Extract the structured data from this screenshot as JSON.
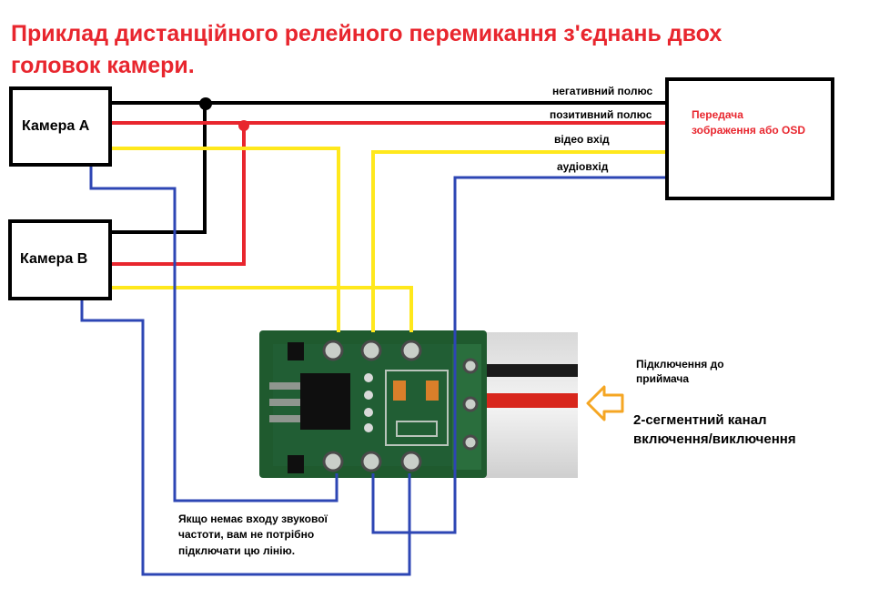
{
  "title": "Приклад дистанційного релейного перемикання з'єднань двох головок камери.",
  "camera_a": "Камера А",
  "camera_b": "Камера В",
  "transmitter": [
    "Передача",
    "зображення або OSD"
  ],
  "wires": {
    "negative": "негативний полюс",
    "positive": "позитивний полюс",
    "video": "відео вхід",
    "audio": "аудіовхід"
  },
  "receiver_note": [
    "Підключення до",
    "приймача"
  ],
  "channel_note": [
    "2-сегментний канал",
    "включення/виключення"
  ],
  "audio_note": [
    "Якщо немає входу звукової",
    "частоти, вам не потрібно",
    "підключати цю лінію."
  ],
  "colors": {
    "title": "#e8262e",
    "negative_wire": "#000000",
    "positive_wire": "#e8262e",
    "video_wire": "#ffe81c",
    "audio_wire": "#2d46b4",
    "arrow": "#f5a623",
    "board": "#1f5a2e"
  }
}
